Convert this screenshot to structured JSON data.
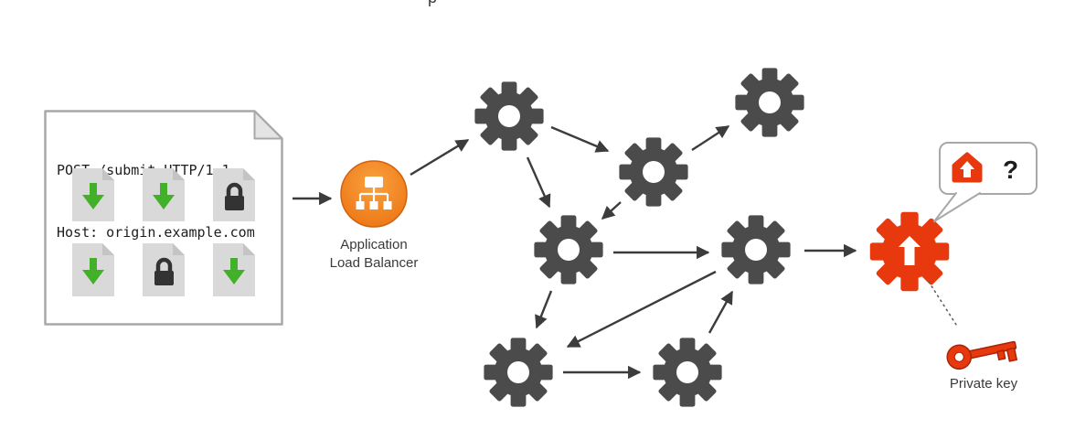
{
  "colors": {
    "gear_gray": "#4b4b4b",
    "accent_red": "#e8380d",
    "accent_red_dark": "#a82405",
    "alb_orange": "#ec7211",
    "alb_orange_light": "#f9a23f",
    "arrow": "#3c3c3c",
    "doc_green": "#43b02a",
    "lock_dark": "#333333",
    "border_gray": "#a8a8a8",
    "page_gray": "#d9d9d9",
    "page_fold": "#c4c4c4",
    "text_dark": "#1d1d1d",
    "label_gray": "#3a3a3a"
  },
  "partial_title": "p",
  "request_box": {
    "request_line": "POST /submit HTTP/1.1",
    "host_line": "Host: origin.example.com",
    "file_icons": [
      "download",
      "download",
      "lock",
      "download",
      "lock",
      "download"
    ]
  },
  "load_balancer": {
    "icon": "application-load-balancer-icon",
    "label_line1": "Application",
    "label_line2": "Load Balancer"
  },
  "services": {
    "gray_gear_icon": "gear-icon",
    "unknown_gear_icon": "red-gear-upload-icon"
  },
  "bubble": {
    "icon": "origin-upload-icon",
    "question_text": "?"
  },
  "private_key": {
    "icon": "key-icon",
    "label": "Private key"
  }
}
